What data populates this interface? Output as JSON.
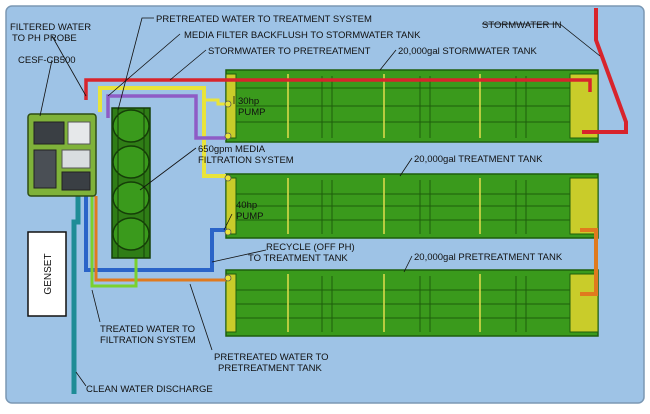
{
  "labels": {
    "filtered_water_line1": "FILTERED WATER",
    "filtered_water_line2": "TO PH PROBE",
    "cesf": "CESF-CB500",
    "pretreated_to_treatment": "PRETREATED WATER TO TREATMENT SYSTEM",
    "backflush": "MEDIA FILTER BACKFLUSH TO STORMWATER TANK",
    "storm_to_pre": "STORMWATER TO PRETREATMENT",
    "storm_tank": "20,000gal STORMWATER TANK",
    "stormwater_in": "STORMWATER IN",
    "pump30_line1": "30hp",
    "pump30_line2": "PUMP",
    "media_line1": "650gpm MEDIA",
    "media_line2": "FILTRATION SYSTEM",
    "treatment_tank": "20,000gal TREATMENT TANK",
    "pump40_line1": "40hp",
    "pump40_line2": "PUMP",
    "recycle_line1": "RECYCLE (OFF PH)",
    "recycle_line2": "TO TREATMENT TANK",
    "pretreat_tank": "20,000gal PRETREATMENT TANK",
    "genset": "GENSET",
    "treated_line1": "TREATED WATER TO",
    "treated_line2": "FILTRATION SYSTEM",
    "pre_to_tank_line1": "PRETREATED WATER TO",
    "pre_to_tank_line2": "PRETREATMENT TANK",
    "clean_discharge": "CLEAN WATER DISCHARGE"
  },
  "colors": {
    "background": "#9ec3e6",
    "frame": "#ffffff",
    "tank_green": "#3a9a1c",
    "tank_edge": "#1e5e0c",
    "tank_end": "#c9cc2a",
    "pipe_red": "#d8242c",
    "pipe_yellow": "#e9e43a",
    "pipe_purple": "#8e5cc6",
    "pipe_blue": "#2a64c8",
    "pipe_orange": "#e07a1e",
    "pipe_teal": "#1e8c96",
    "pipe_lightgreen": "#7ad12e"
  }
}
